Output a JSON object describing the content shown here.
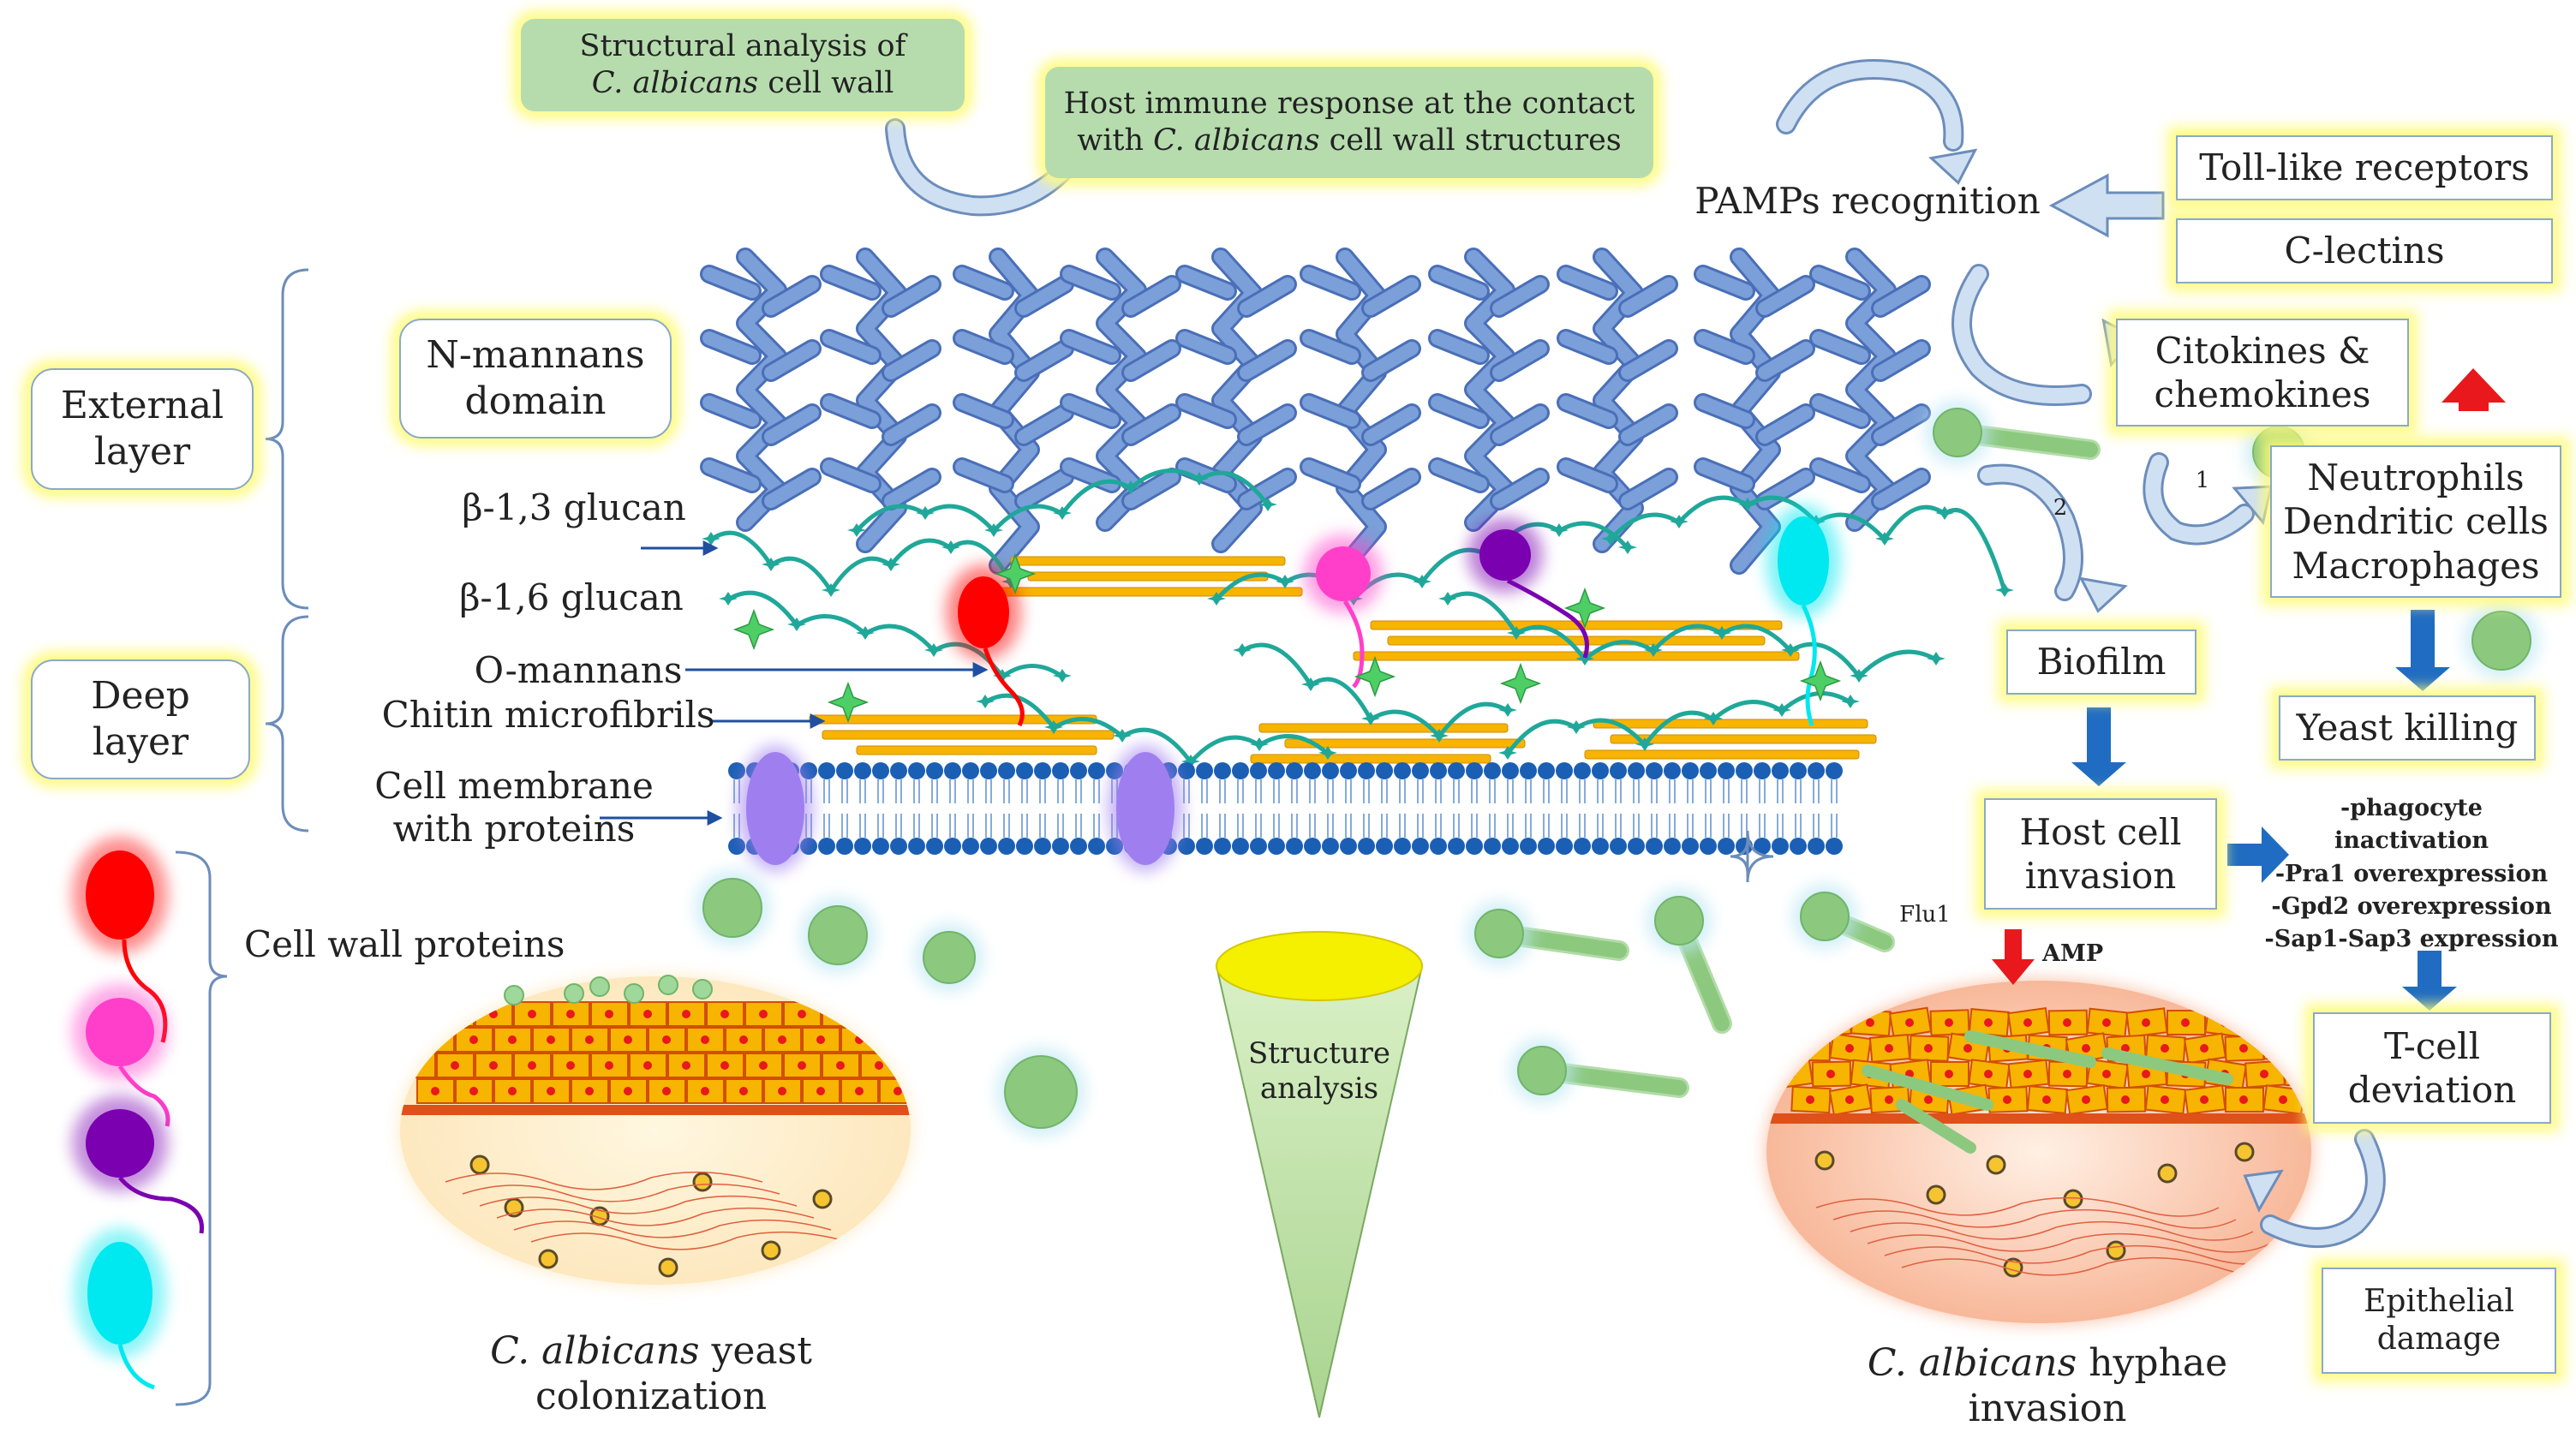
{
  "top": {
    "structural_analysis": {
      "line1": "Structural analysis of",
      "line2_italic": "C. albicans",
      "line2_rest": " cell wall"
    },
    "host_immune": {
      "line1": "Host immune response at the contact",
      "line2_pre": "with ",
      "line2_italic": "C. albicans",
      "line2_rest": " cell wall structures"
    },
    "pamps": "PAMPs recognition",
    "toll": "Toll-like receptors",
    "clectins": "C-lectins",
    "citokines": [
      "Citokines &",
      "chemokines"
    ]
  },
  "left": {
    "external_layer": [
      "External",
      "layer"
    ],
    "deep_layer": [
      "Deep",
      "layer"
    ],
    "n_mannans": [
      "N-mannans",
      "domain"
    ],
    "b13": "β-1,3 glucan",
    "b16": "β-1,6 glucan",
    "omannans": "O-mannans",
    "chitin": "Chitin microfibrils",
    "membrane": [
      "Cell membrane",
      "with proteins"
    ],
    "cell_wall_proteins": "Cell wall proteins"
  },
  "right": {
    "neutrophils": [
      "Neutrophils",
      "Dendritic cells",
      "Macrophages"
    ],
    "biofilm": "Biofilm",
    "yeast_killing": "Yeast killing",
    "host_cell": [
      "Host cell",
      "invasion"
    ],
    "effects": [
      "-phagocyte inactivation",
      "-Pra1 overexpression",
      "-Gpd2 overexpression",
      "-Sap1-Sap3 expression"
    ],
    "tcell": [
      "T-cell",
      "deviation"
    ],
    "epithelial": [
      "Epithelial",
      "damage"
    ],
    "step1": "1",
    "step2": "2",
    "flu1": "Flu1",
    "amp": "AMP"
  },
  "bottom": {
    "structure": [
      "Structure",
      "analysis"
    ],
    "yeast_caption": {
      "italic": "C. albicans",
      "rest": " yeast",
      "line2": "colonization"
    },
    "hyphae_caption": {
      "italic": "C. albicans",
      "rest": " hyphae",
      "line2": "invasion"
    }
  },
  "colors": {
    "mannan": "#7b9fd8",
    "glucan": "#1fa89a",
    "chitin": "#f7b400",
    "membrane": "#1a5fb4",
    "membrane_protein": "#9f7ff0",
    "arrow_blue": "#1f6cc2",
    "arrow_red": "#e8181c",
    "green_box": "#b6dcae",
    "yeast_cell": "#8cc97f",
    "protein_red": "#ff0000",
    "protein_pink": "#ff3fc9",
    "protein_purple": "#7a00b0",
    "protein_cyan": "#00e8f0"
  }
}
